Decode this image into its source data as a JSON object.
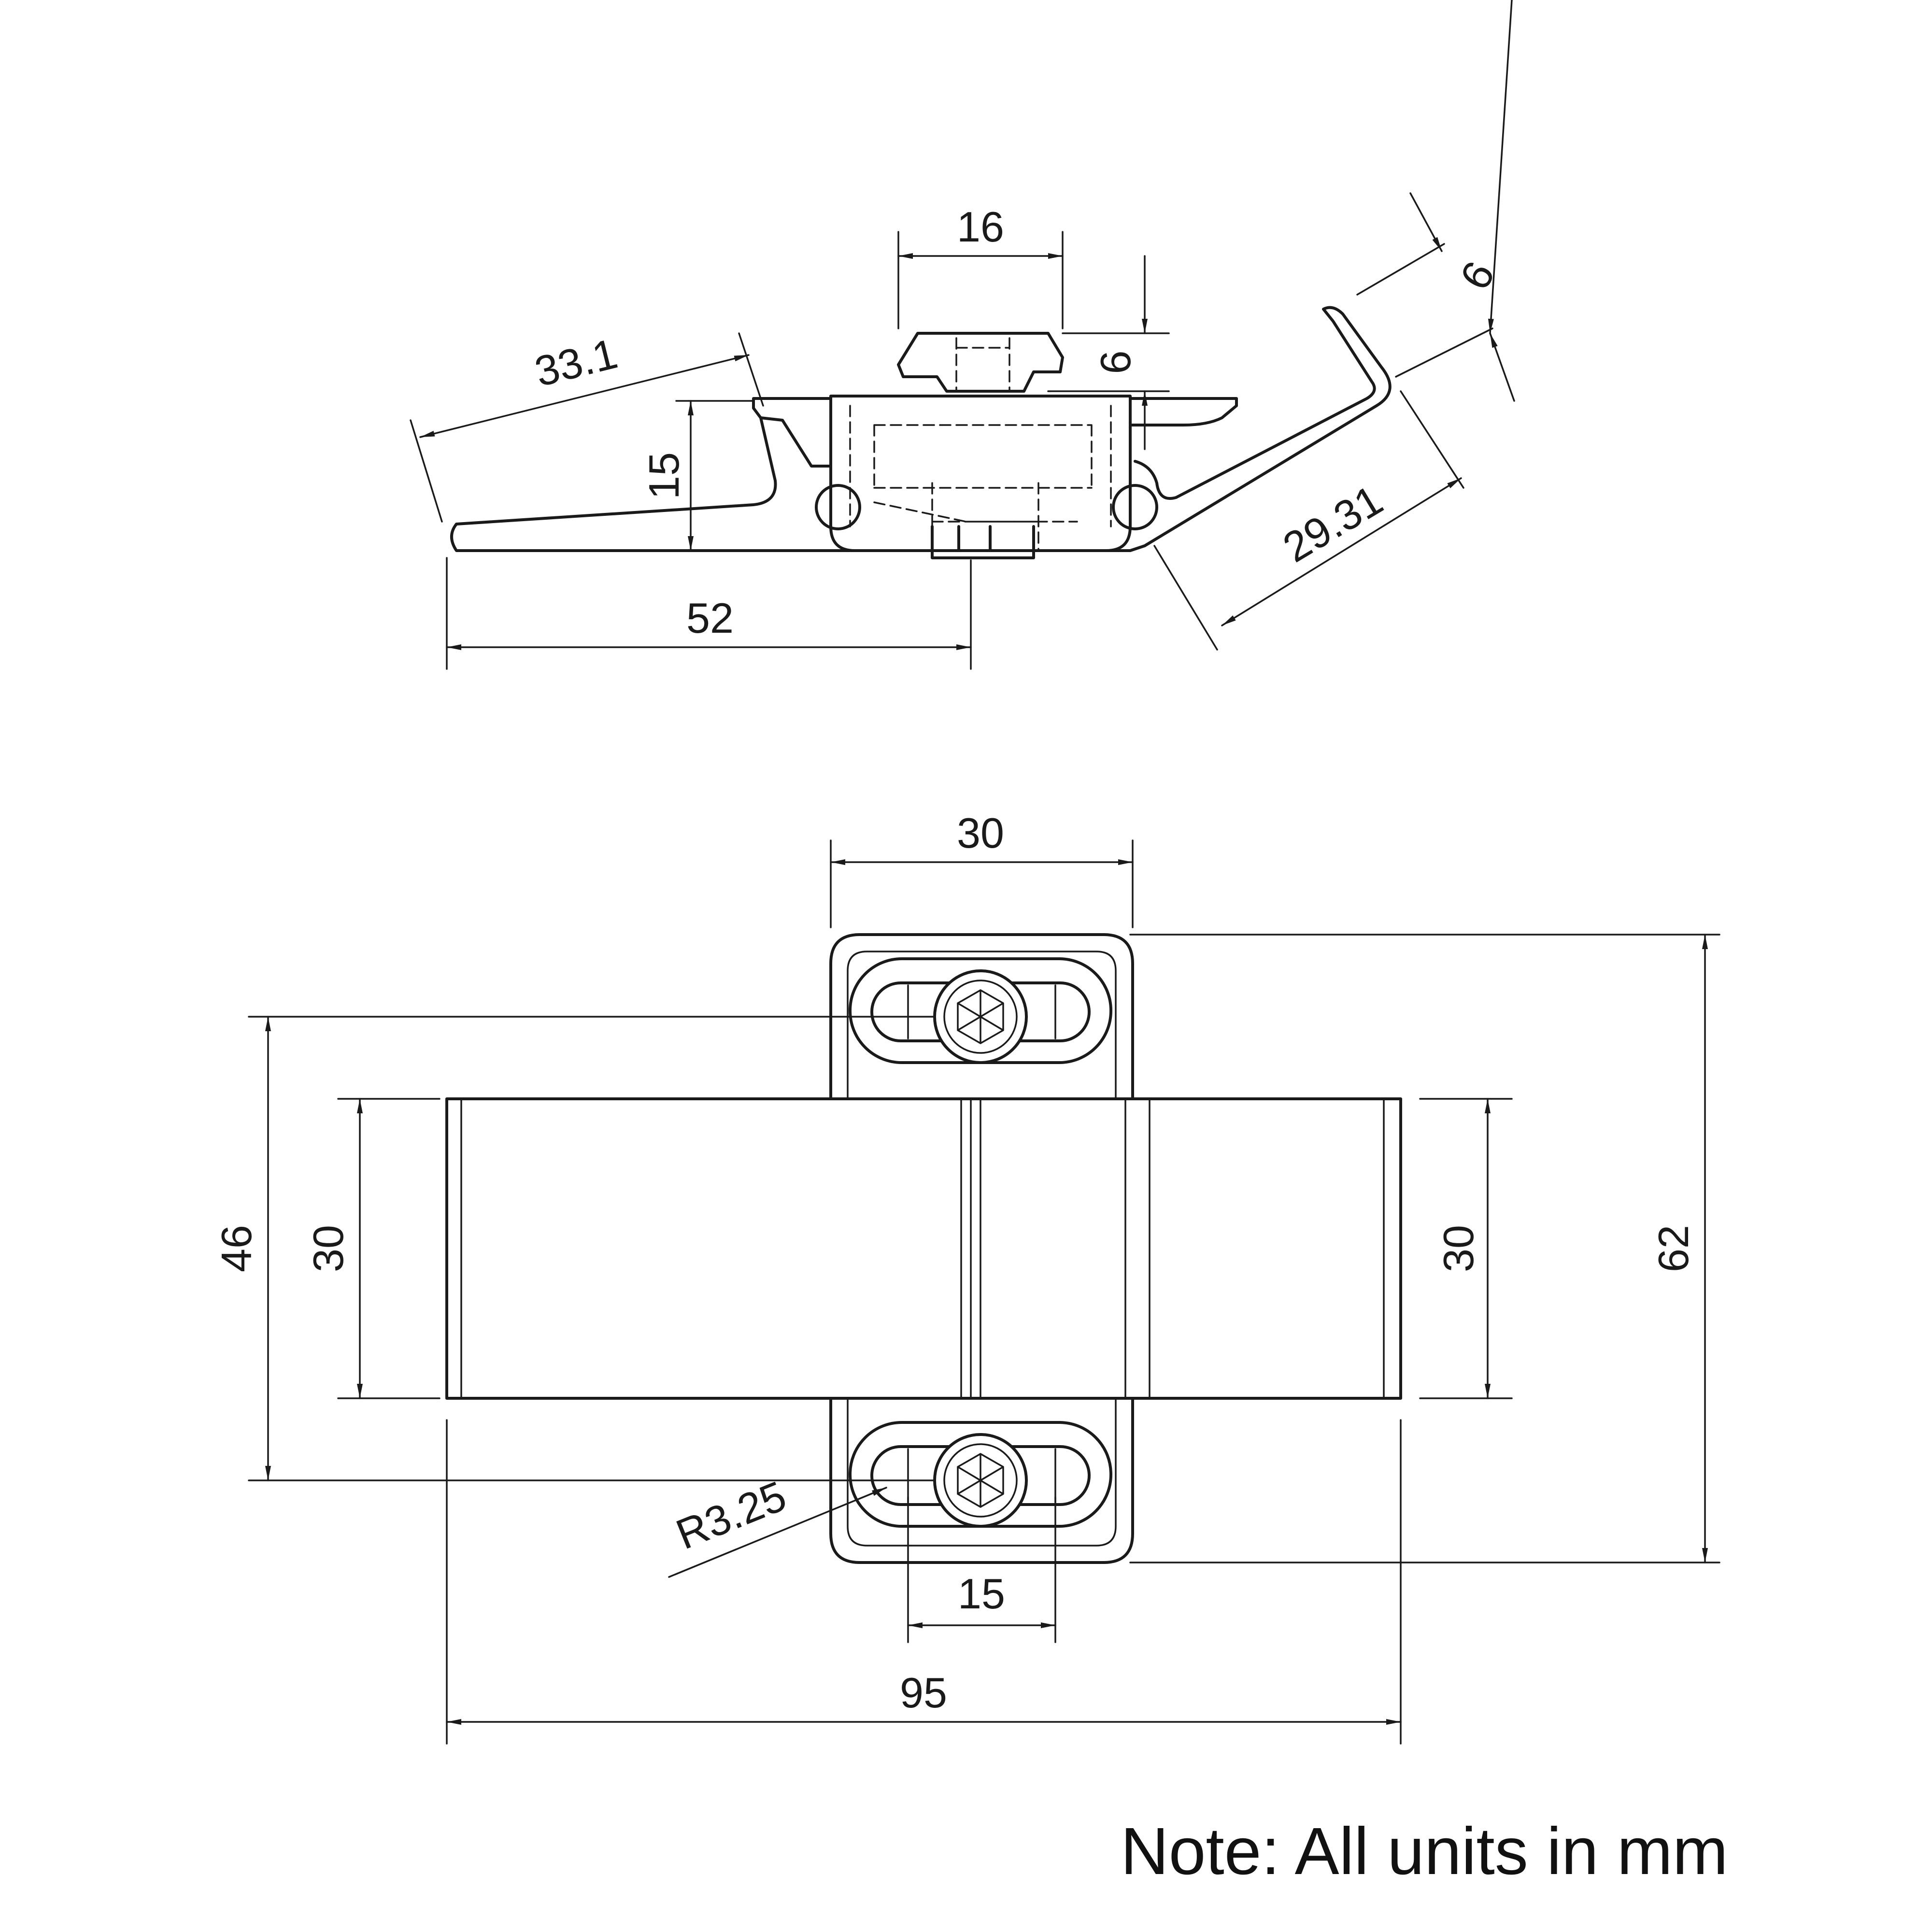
{
  "note": "Note: All units in mm",
  "side_view": {
    "dim_top_width": "16",
    "dim_knob_height": "6",
    "dim_angled_length": "33.1",
    "dim_height": "15",
    "dim_base_length": "52",
    "dim_arm_length": "29.31",
    "dim_arm_thickness": "6"
  },
  "top_view": {
    "dim_bracket_width": "30",
    "dim_hole_spacing": "46",
    "dim_strap_width_left": "30",
    "dim_strap_width_right": "30",
    "dim_overall_height": "62",
    "dim_radius": "R3.25",
    "dim_slot_length": "15",
    "dim_overall_length": "95"
  },
  "icons": [
    "hex-socket-screw-icon",
    "hex-socket-screw-icon"
  ]
}
